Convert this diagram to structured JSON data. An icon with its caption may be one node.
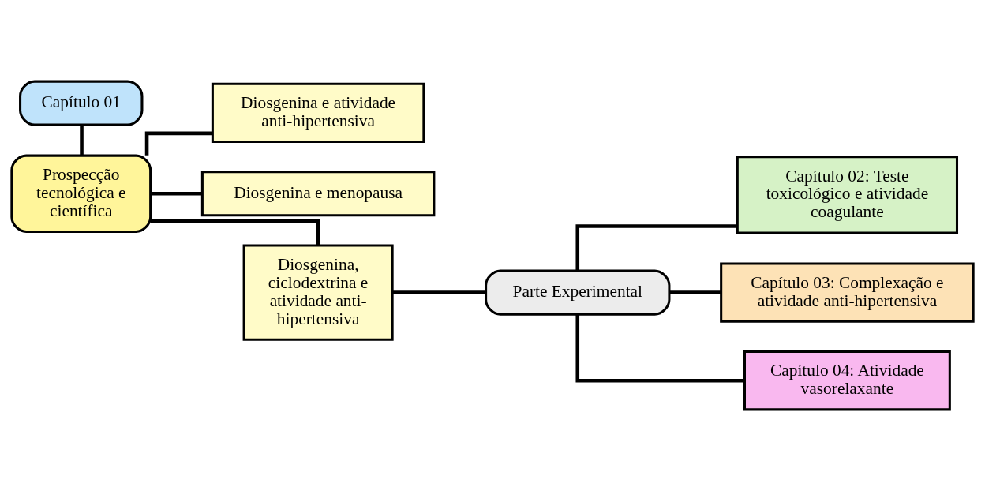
{
  "diagram": {
    "nodes": [
      {
        "text": [
          "Capítulo 01"
        ]
      },
      {
        "text": [
          "Prospecção tecnológica e científica"
        ]
      },
      {
        "text": [
          "Diosgenina e atividade anti-hipertensiva"
        ]
      },
      {
        "text": [
          "Diosgenina e menopausa"
        ]
      },
      {
        "text": [
          "Diosgenina, ciclodextrina e atividade anti-hipertensiva"
        ]
      },
      {
        "text": [
          "Parte Experimental"
        ]
      },
      {
        "text": [
          "Capítulo 02: Teste toxicológico e atividade coagulante"
        ]
      },
      {
        "text": [
          "Capítulo 03: Complexação e atividade anti-hipertensiva"
        ]
      },
      {
        "text": [
          "Capítulo 04: Atividade vasorelaxante"
        ]
      }
    ],
    "edges": [
      {
        "from": 0,
        "to": 1,
        "arrow": "none"
      },
      {
        "from": 1,
        "to": 2,
        "arrow": "none"
      },
      {
        "from": 1,
        "to": 3,
        "arrow": "none"
      },
      {
        "from": 1,
        "to": 4,
        "arrow": "none"
      },
      {
        "from": 4,
        "to": 5,
        "arrow": "none"
      },
      {
        "from": 5,
        "to": 6,
        "arrow": "none"
      },
      {
        "from": 5,
        "to": 7,
        "arrow": "none"
      },
      {
        "from": 5,
        "to": 8,
        "arrow": "none"
      }
    ]
  }
}
